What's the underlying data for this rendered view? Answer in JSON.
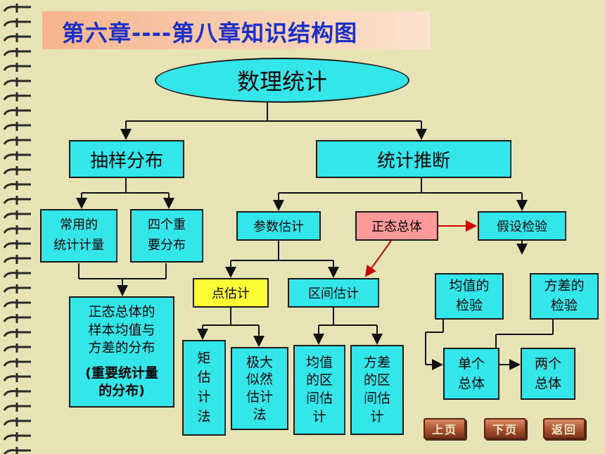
{
  "title": "第六章----第八章知识结构图",
  "nodes": {
    "root": "数理统计",
    "sampling": "抽样分布",
    "inference": "统计推断",
    "common_stats": [
      "常用的",
      "统计计量"
    ],
    "four_dists": [
      "四个重",
      "要分布"
    ],
    "normal_dist": [
      "正态总体的",
      "样本均值与",
      "方差的分布"
    ],
    "normal_dist_note": [
      "(重要统计量",
      "的分布)"
    ],
    "param_est": "参数估计",
    "normal_pop": "正态总体",
    "hypo_test": "假设检验",
    "point_est": "点估计",
    "interval_est": "区间估计",
    "mean_test": [
      "均值的",
      "检验"
    ],
    "var_test": [
      "方差的",
      "检验"
    ],
    "moment_est": [
      "矩",
      "估",
      "计",
      "法"
    ],
    "mle": [
      "极大",
      "似然",
      "估计",
      "法"
    ],
    "mean_interval": [
      "均值",
      "的区",
      "间估",
      "计"
    ],
    "var_interval": [
      "方差",
      "的区",
      "间估",
      "计"
    ],
    "single_pop": [
      "单个",
      "总体"
    ],
    "two_pop": [
      "两个",
      "总体"
    ]
  },
  "nav": {
    "prev": "上页",
    "next": "下页",
    "back": "返回"
  },
  "colors": {
    "box": "#33e6ea",
    "highlight": "#ffff33",
    "accent": "#ff9a9a",
    "arrow_red": "#cc0000"
  }
}
